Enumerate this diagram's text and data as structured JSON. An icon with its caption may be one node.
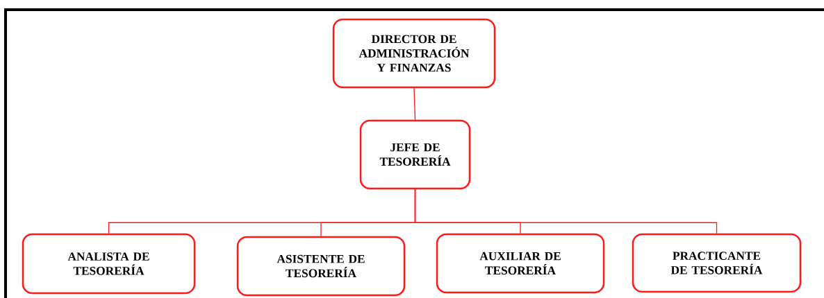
{
  "diagram": {
    "nodes": [
      {
        "text": [
          "DIRECTOR DE ADMINISTRACIÓN Y FINANZAS"
        ]
      },
      {
        "text": [
          "JEFE DE TESORERÍA"
        ]
      },
      {
        "text": [
          "ANALISTA DE TESORERÍA"
        ]
      },
      {
        "text": [
          "ASISTENTE DE TESORERÍA"
        ]
      },
      {
        "text": [
          "AUXILIAR DE TESORERÍA"
        ]
      },
      {
        "text": [
          "PRACTICANTE DE TESORERÍA"
        ]
      }
    ],
    "edges": [
      {
        "from": 0,
        "to": 1,
        "arrow": "none"
      },
      {
        "from": 1,
        "to": 2,
        "arrow": "none"
      },
      {
        "from": 1,
        "to": 3,
        "arrow": "none"
      },
      {
        "from": 1,
        "to": 4,
        "arrow": "none"
      },
      {
        "from": 1,
        "to": 5,
        "arrow": "none"
      }
    ]
  }
}
